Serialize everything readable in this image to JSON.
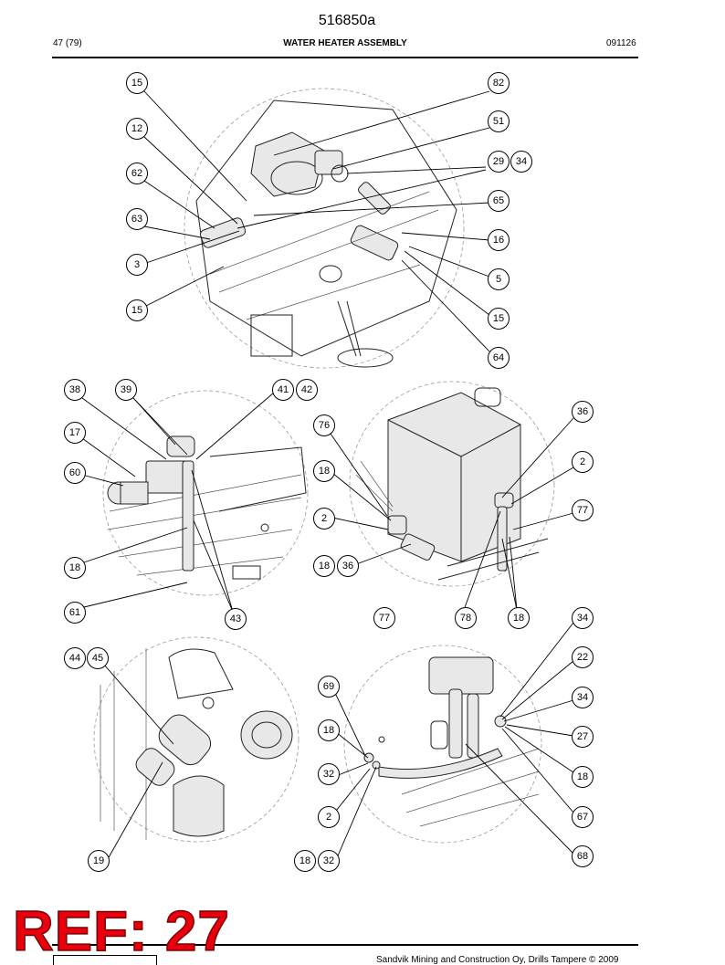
{
  "header": {
    "doc_number": "516850a",
    "page_counter": "47 (79)",
    "title": "WATER HEATER ASSEMBLY",
    "date_code": "091126"
  },
  "footer": {
    "copyright": "Sandvik Mining and Construction Oy, Drills Tampere © 2009",
    "stamp": "REF: 27"
  },
  "callouts": {
    "d1_15a": "15",
    "d1_12": "12",
    "d1_62": "62",
    "d1_63": "63",
    "d1_3": "3",
    "d1_15b": "15",
    "d1_82": "82",
    "d1_51": "51",
    "d1_29": "29",
    "d1_34": "34",
    "d1_65": "65",
    "d1_16": "16",
    "d1_5": "5",
    "d1_15c": "15",
    "d1_64": "64",
    "d2_38": "38",
    "d2_39": "39",
    "d2_41": "41",
    "d2_42": "42",
    "d2_17": "17",
    "d2_60": "60",
    "d2_18": "18",
    "d2_61": "61",
    "d2_43": "43",
    "d3_76": "76",
    "d3_18a": "18",
    "d3_2a": "2",
    "d3_18b": "18",
    "d3_36a": "36",
    "d3_77a": "77",
    "d3_78": "78",
    "d3_18c": "18",
    "d3_36b": "36",
    "d3_2b": "2",
    "d3_77b": "77",
    "d4_44": "44",
    "d4_45": "45",
    "d4_19": "19",
    "d5_69": "69",
    "d5_18a": "18",
    "d5_32a": "32",
    "d5_2": "2",
    "d5_18b": "18",
    "d5_32b": "32",
    "d5_34a": "34",
    "d5_22": "22",
    "d5_34b": "34",
    "d5_27": "27",
    "d5_18c": "18",
    "d5_67": "67",
    "d5_68": "68"
  }
}
